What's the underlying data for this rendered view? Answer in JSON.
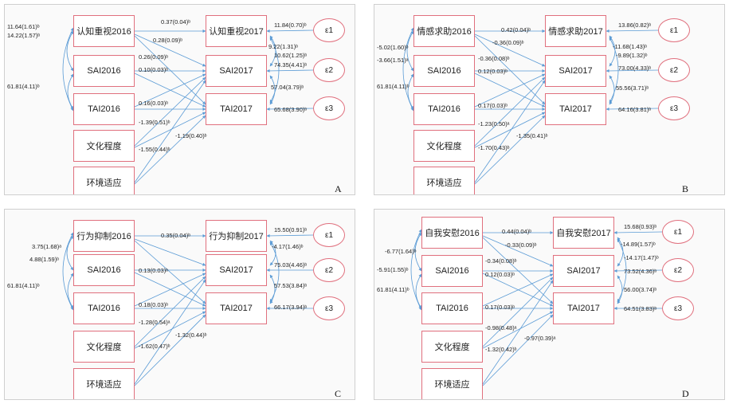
{
  "colors": {
    "arrow": "#5b9bd5",
    "box_border": "#e0707e"
  },
  "panels": [
    {
      "id": "A",
      "label": "A",
      "nodes": {
        "a1": "认知重视2016",
        "a2": "认知重视2017",
        "s1": "SAI2016",
        "s2": "SAI2017",
        "t1": "TAI2016",
        "t2": "TAI2017",
        "edu": "文化程度",
        "env": "环境适应"
      },
      "errors": [
        "ε1",
        "ε2",
        "ε3"
      ],
      "cov_left": [
        "11.64(1.61)ᵇ",
        "14.22(1.57)ᵇ",
        "61.81(4.11)ᵇ"
      ],
      "mid_paths": [
        "0.37(0.04)ᵇ",
        "0.28(0.09)ᵇ",
        "0.26(0.09)ᵇ",
        "0.10(0.03)ᵇ",
        "0.16(0.03)ᵇ",
        "-1.39(0.51)ᵇ",
        "-1.19(0.40)ᵇ",
        "-1.55(0.44)ᵇ"
      ],
      "right_err": [
        "11.84(0.70)ᵇ",
        "74.35(4.41)ᵇ",
        "65.68(3.90)ᵇ"
      ],
      "right_cov": [
        "9.22(1.31)ᵇ",
        "10.62(1.25)ᵇ",
        "57.04(3.79)ᵇ"
      ]
    },
    {
      "id": "B",
      "label": "B",
      "nodes": {
        "a1": "情感求助2016",
        "a2": "情感求助2017",
        "s1": "SAI2016",
        "s2": "SAI2017",
        "t1": "TAI2016",
        "t2": "TAI2017",
        "edu": "文化程度",
        "env": "环境适应"
      },
      "errors": [
        "ε1",
        "ε2",
        "ε3"
      ],
      "cov_left": [
        "-5.02(1.60)ᵇ",
        "-3.66(1.51)ᵃ",
        "61.81(4.11)ᵇ"
      ],
      "mid_paths": [
        "0.42(0.04)ᵇ",
        "-0.36(0.09)ᵇ",
        "-0.36(0.08)ᵇ",
        "0.12(0.03)ᵇ",
        "0.17(0.03)ᵇ",
        "-1.23(0.50)ᵃ",
        "-1.35(0.41)ᵇ",
        "-1.70(0.43)ᵇ"
      ],
      "right_err": [
        "13.86(0.82)ᵇ",
        "73.00(4.33)ᵇ",
        "64.16(3.81)ᵇ"
      ],
      "right_cov": [
        "-11.68(1.43)ᵇ",
        "-9.89(1.32)ᵇ",
        "55.56(3.71)ᵇ"
      ]
    },
    {
      "id": "C",
      "label": "C",
      "nodes": {
        "a1": "行为抑制2016",
        "a2": "行为抑制2017",
        "s1": "SAI2016",
        "s2": "SAI2017",
        "t1": "TAI2016",
        "t2": "TAI2017",
        "edu": "文化程度",
        "env": "环境适应"
      },
      "errors": [
        "ε1",
        "ε2",
        "ε3"
      ],
      "cov_left": [
        "3.75(1.68)ᵃ",
        "4.88(1.59)ᵇ",
        "61.81(4.11)ᵇ"
      ],
      "mid_paths": [
        "0.35(0.04)ᵇ",
        "",
        "0.13(0.03)ᵇ",
        "",
        "0.18(0.03)ᵇ",
        "-1.28(0.54)ᵃ",
        "-1.32(0.44)ᵇ",
        "-1.62(0.47)ᵇ"
      ],
      "right_err": [
        "15.50(0.91)ᵇ",
        "75.03(4.46)ᵇ",
        "66.17(3.94)ᵇ"
      ],
      "right_cov": [
        "-4.17(1.46)ᵇ",
        "",
        "57.53(3.84)ᵇ"
      ]
    },
    {
      "id": "D",
      "label": "D",
      "nodes": {
        "a1": "自我安慰2016",
        "a2": "自我安慰2017",
        "s1": "SAI2016",
        "s2": "SAI2017",
        "t1": "TAI2016",
        "t2": "TAI2017",
        "edu": "文化程度",
        "env": "环境适应"
      },
      "errors": [
        "ε1",
        "ε2",
        "ε3"
      ],
      "cov_left": [
        "-6.77(1.64)ᵇ",
        "-5.91(1.55)ᵇ",
        "61.81(4.11)ᵇ"
      ],
      "mid_paths": [
        "0.44(0.04)ᵇ",
        "-0.33(0.09)ᵇ",
        "-0.34(0.08)ᵇ",
        "0.12(0.03)ᵇ",
        "0.17(0.03)ᵇ",
        "-0.98(0.48)ᵃ",
        "-0.97(0.39)ᵃ",
        "-1.32(0.42)ᵇ"
      ],
      "right_err": [
        "15.68(0.93)ᵇ",
        "73.52(4.36)ᵇ",
        "64.51(3.83)ᵇ"
      ],
      "right_cov": [
        "-14.89(1.57)ᵇ",
        "-14.17(1.47)ᵇ",
        "56.00(3.74)ᵇ"
      ]
    }
  ]
}
